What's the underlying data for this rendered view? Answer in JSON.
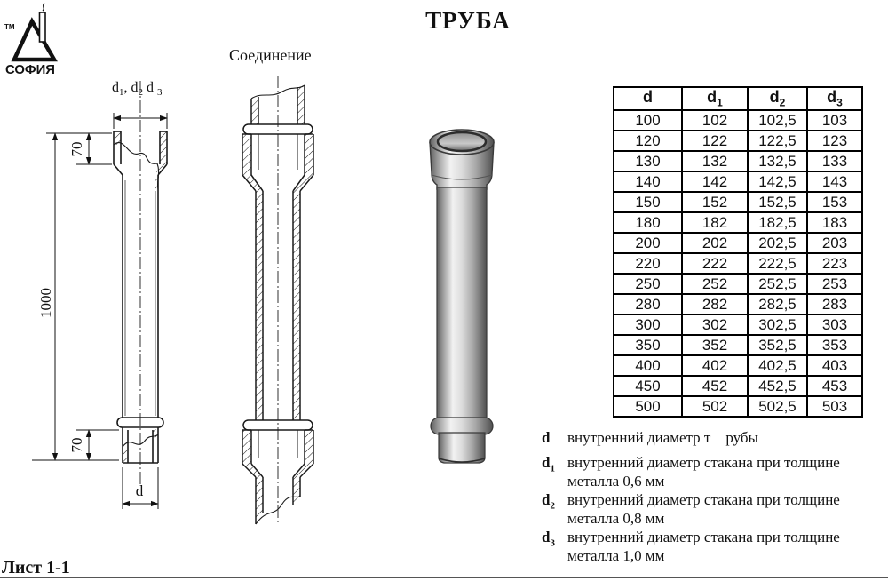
{
  "page": {
    "title": "ТРУБА",
    "subtitle": "Соединение",
    "sheet_label": "Лист 1-1"
  },
  "logo": {
    "tm": "TM",
    "text": "СОФИЯ"
  },
  "drawing": {
    "dim_label": {
      "p0": "d",
      "s0": "1",
      "p1": ", d",
      "s1": "2",
      "p2": " d ",
      "s2": "3"
    },
    "length": "1000",
    "socket_depth": "70",
    "spigot_depth": "70",
    "diameter": "d"
  },
  "table": {
    "headers": [
      {
        "base": "d",
        "sub": ""
      },
      {
        "base": "d",
        "sub": "1"
      },
      {
        "base": "d",
        "sub": "2"
      },
      {
        "base": "d",
        "sub": "3"
      }
    ],
    "rows": [
      [
        "100",
        "102",
        "102,5",
        "103"
      ],
      [
        "120",
        "122",
        "122,5",
        "123"
      ],
      [
        "130",
        "132",
        "132,5",
        "133"
      ],
      [
        "140",
        "142",
        "142,5",
        "143"
      ],
      [
        "150",
        "152",
        "152,5",
        "153"
      ],
      [
        "180",
        "182",
        "182,5",
        "183"
      ],
      [
        "200",
        "202",
        "202,5",
        "203"
      ],
      [
        "220",
        "222",
        "222,5",
        "223"
      ],
      [
        "250",
        "252",
        "252,5",
        "253"
      ],
      [
        "280",
        "282",
        "282,5",
        "283"
      ],
      [
        "300",
        "302",
        "302,5",
        "303"
      ],
      [
        "350",
        "352",
        "352,5",
        "353"
      ],
      [
        "400",
        "402",
        "402,5",
        "403"
      ],
      [
        "450",
        "452",
        "452,5",
        "453"
      ],
      [
        "500",
        "502",
        "502,5",
        "503"
      ]
    ]
  },
  "legend": {
    "items": [
      {
        "base": "d",
        "sub": "",
        "text": "внутренний диаметр т    рубы",
        "text2": ""
      },
      {
        "base": "d",
        "sub": "1",
        "text": "внутренний диаметр стакана при толщине",
        "text2": "металла 0,6 мм"
      },
      {
        "base": "d",
        "sub": "2",
        "text": "внутренний диаметр стакана при толщине",
        "text2": "металла 0,8 мм"
      },
      {
        "base": "d",
        "sub": "3",
        "text": "внутренний диаметр стакана при толщине",
        "text2": "металла 1,0 мм"
      }
    ]
  },
  "colors": {
    "line": "#1a1a1a",
    "metal_dark": "#5a5a5a",
    "metal_light": "#f0f0f0"
  }
}
